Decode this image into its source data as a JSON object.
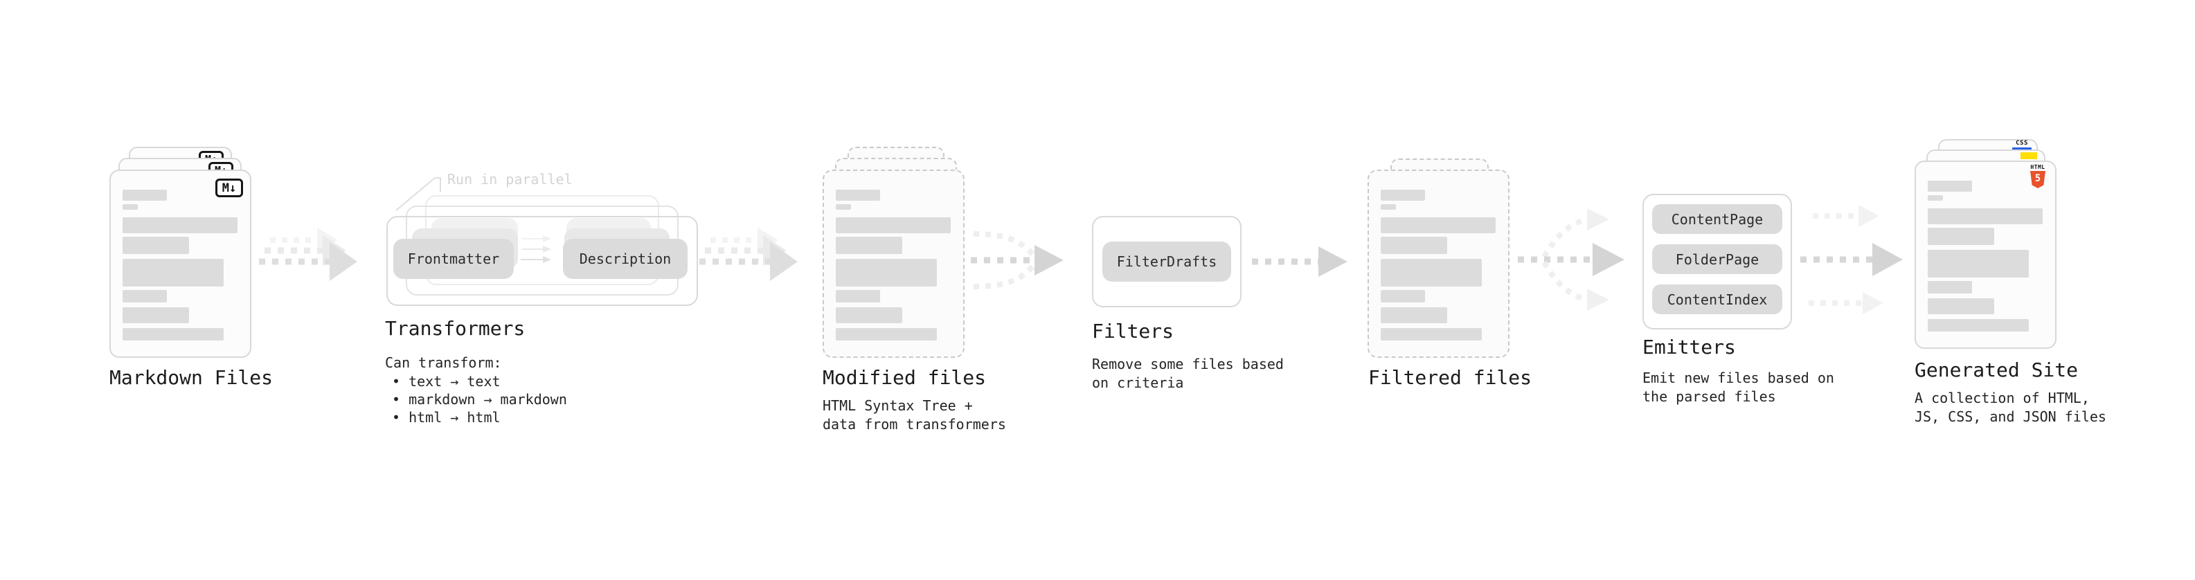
{
  "stages": {
    "markdown_files": {
      "label": "Markdown Files",
      "badge": "M↓"
    },
    "transformers": {
      "label": "Transformers",
      "annotation": "Run in parallel",
      "pills": [
        "Frontmatter",
        "Description"
      ],
      "caption_title": "Can transform:",
      "bullets": [
        "• text → text",
        "• markdown → markdown",
        "• html → html"
      ]
    },
    "modified_files": {
      "label": "Modified files",
      "caption": "HTML Syntax Tree +\ndata from transformers"
    },
    "filters": {
      "label": "Filters",
      "pill": "FilterDrafts",
      "caption": "Remove some files based\non criteria"
    },
    "filtered_files": {
      "label": "Filtered files"
    },
    "emitters": {
      "label": "Emitters",
      "pills": [
        "ContentPage",
        "FolderPage",
        "ContentIndex"
      ],
      "caption": "Emit new files based on\nthe parsed files"
    },
    "generated_site": {
      "label": "Generated Site",
      "caption": "A collection of HTML,\nJS, CSS, and JSON files",
      "badges": {
        "css": "CSS",
        "html": "HTML",
        "html5_number": "5"
      }
    }
  },
  "colors": {
    "heading": "#1b1b1b",
    "placeholder_bar": "#dcdcdc",
    "pill_bg": "#dbdbdb",
    "card_border": "#d8d8d8",
    "dashed_border": "#c9c9c9",
    "arrow_dark": "#d6d6d6",
    "arrow_light": "#efefef",
    "annotation_gray": "#d3d3d3",
    "css_blue": "#2760e6",
    "js_yellow": "#ffde00",
    "html5_orange": "#e8532c"
  },
  "card_bars": [
    {
      "t": 27,
      "l": 17,
      "w": 64,
      "h": 16
    },
    {
      "t": 48,
      "l": 17,
      "w": 22,
      "h": 8
    },
    {
      "t": 67,
      "l": 17,
      "w": 166,
      "h": 23
    },
    {
      "t": 95,
      "l": 17,
      "w": 96,
      "h": 25
    },
    {
      "t": 127,
      "l": 17,
      "w": 146,
      "h": 40
    },
    {
      "t": 172,
      "l": 17,
      "w": 64,
      "h": 18
    },
    {
      "t": 197,
      "l": 17,
      "w": 96,
      "h": 23
    },
    {
      "t": 227,
      "l": 17,
      "w": 146,
      "h": 18
    }
  ]
}
